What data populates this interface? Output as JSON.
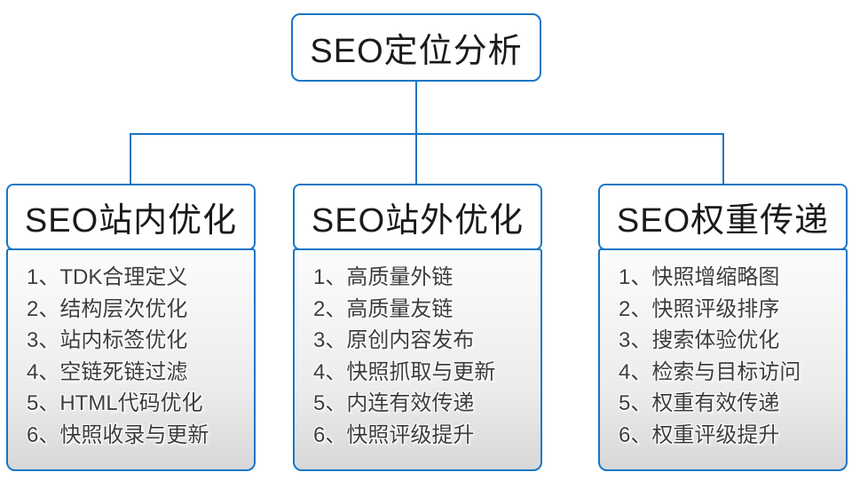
{
  "diagram": {
    "root": {
      "title": "SEO定位分析"
    },
    "columns": [
      {
        "title": "SEO站内优化",
        "items": [
          "1、TDK合理定义",
          "2、结构层次优化",
          "3、站内标签优化",
          "4、空链死链过滤",
          "5、HTML代码优化",
          "6、快照收录与更新"
        ]
      },
      {
        "title": "SEO站外优化",
        "items": [
          "1、高质量外链",
          "2、高质量友链",
          "3、原创内容发布",
          "4、快照抓取与更新",
          "5、内连有效传递",
          "6、快照评级提升"
        ]
      },
      {
        "title": "SEO权重传递",
        "items": [
          "1、快照增缩略图",
          "2、快照评级排序",
          "3、搜索体验优化",
          "4、检索与目标访问",
          "5、权重有效传递",
          "6、权重评级提升"
        ]
      }
    ]
  },
  "colors": {
    "line_blue": "#1877c5",
    "header_bg": "#ffffff",
    "panel_top": "#fcfcfc",
    "panel_bottom": "#d8d8d8",
    "title_text": "#1a1a1a",
    "item_text": "#3d3d3d"
  }
}
